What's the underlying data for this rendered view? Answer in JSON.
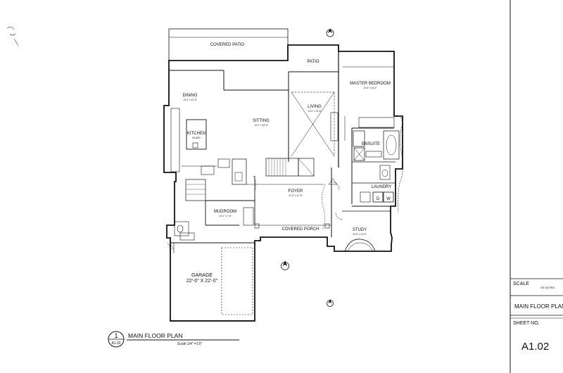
{
  "title_block": {
    "scale_label": "SCALE",
    "scale_value": "AS NOTED",
    "drawing_title": "MAIN FLOOR PLAN",
    "sheet_no_label": "SHEET NO.",
    "sheet_number": "A1.02"
  },
  "plan_caption": {
    "bubble_number": "1",
    "bubble_ref": "A1.02",
    "title": "MAIN FLOOR PLAN",
    "scale": "Scale 1/4\" =1'0\""
  },
  "rooms": {
    "covered_patio": "COVERED PATIO",
    "patio": "PATIO",
    "master_bedroom": "MASTER BEDROOM",
    "master_bedroom_dim": "13'-6\" x 15'-6\"",
    "dining": "DINING",
    "dining_dim": "14'-4\" x 12'-6\"",
    "sitting": "SITTING",
    "sitting_dim": "13'-0\" x 16'-6\"",
    "living": "LIVING",
    "living_dim": "13'-0\" x 15'-6\"",
    "kitchen": "KITCHEN",
    "island": "ISLAND",
    "ensuite": "ENSUITE",
    "laundry": "LAUNDRY",
    "foyer": "FOYER",
    "foyer_dim": "21'-6\" x 12'-6\"",
    "covered_porch": "COVERED PORCH",
    "mudroom": "MUDROOM",
    "mudroom_dim": "10'-0\" x 7'-6\"",
    "study": "STUDY",
    "study_dim": "10'-6\" x 10'-6\"",
    "garage": "GARAGE",
    "garage_dim": "22'-0\"  X  22'-0\"",
    "dryer": "D",
    "washer": "W"
  }
}
